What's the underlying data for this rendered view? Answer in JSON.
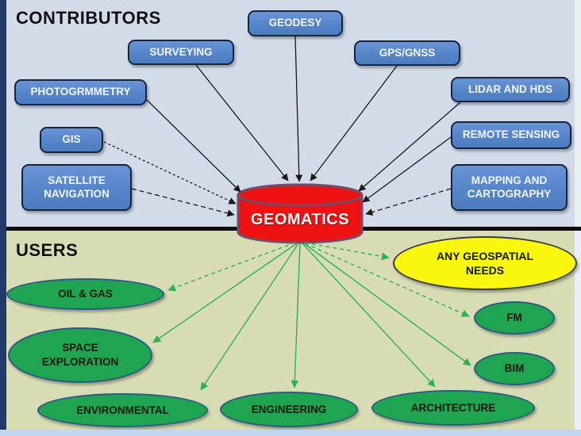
{
  "contributors": {
    "heading": "CONTRIBUTORS",
    "items": {
      "geodesy": {
        "label": "GEODESY"
      },
      "surveying": {
        "label": "SURVEYING"
      },
      "gps_gnss": {
        "label": "GPS/GNSS"
      },
      "photogrammetry": {
        "label": "PHOTOGRMMETRY"
      },
      "lidar_hds": {
        "label": "LIDAR AND HDS"
      },
      "gis": {
        "label": "GIS"
      },
      "remote_sensing": {
        "label": "REMOTE SENSING"
      },
      "satellite_navigation": {
        "label": "SATELLITE NAVIGATION"
      },
      "mapping_cartography": {
        "label": "MAPPING AND CARTOGRAPHY"
      }
    }
  },
  "center": {
    "label": "GEOMATICS"
  },
  "users": {
    "heading": "USERS",
    "items": {
      "any_geospatial_needs": {
        "label": "ANY GEOSPATIAL NEEDS"
      },
      "oil_gas": {
        "label": "OIL & GAS"
      },
      "fm": {
        "label": "FM"
      },
      "space_exploration": {
        "label": "SPACE EXPLORATION"
      },
      "bim": {
        "label": "BIM"
      },
      "environmental": {
        "label": "ENVIRONMENTAL"
      },
      "engineering": {
        "label": "ENGINEERING"
      },
      "architecture": {
        "label": "ARCHITECTURE"
      }
    }
  },
  "edges": {
    "into_geomatics": [
      {
        "from": "GEODESY",
        "style": "solid"
      },
      {
        "from": "SURVEYING",
        "style": "solid"
      },
      {
        "from": "GPS/GNSS",
        "style": "solid"
      },
      {
        "from": "PHOTOGRMMETRY",
        "style": "solid"
      },
      {
        "from": "LIDAR AND HDS",
        "style": "solid"
      },
      {
        "from": "GIS",
        "style": "dotted"
      },
      {
        "from": "REMOTE SENSING",
        "style": "solid"
      },
      {
        "from": "SATELLITE NAVIGATION",
        "style": "dashed"
      },
      {
        "from": "MAPPING AND CARTOGRAPHY",
        "style": "dashed"
      }
    ],
    "out_of_geomatics": [
      {
        "to": "OIL & GAS",
        "style": "dashed"
      },
      {
        "to": "ANY GEOSPATIAL NEEDS",
        "style": "dashed"
      },
      {
        "to": "FM",
        "style": "dashed"
      },
      {
        "to": "SPACE EXPLORATION",
        "style": "solid"
      },
      {
        "to": "ENVIRONMENTAL",
        "style": "solid"
      },
      {
        "to": "ENGINEERING",
        "style": "solid"
      },
      {
        "to": "BIM",
        "style": "solid"
      },
      {
        "to": "ARCHITECTURE",
        "style": "solid"
      }
    ]
  },
  "colors": {
    "contributors_bg": "#d3dbe9",
    "users_bg": "#d7dcb5",
    "contributor_box_fill": "#5585c9",
    "contributor_box_border": "#14253d",
    "user_ellipse_fill": "#1fa551",
    "user_ellipse_border": "#2d5a87",
    "any_needs_fill": "#f8f70d",
    "cylinder_fill": "#ee1212",
    "cylinder_border": "#6f4e6e",
    "top_arrow_color": "#1a1a1a",
    "bottom_arrow_color": "#2bb257",
    "divider_color": "#0c0c0c",
    "left_strip": "#1f3a68",
    "bottom_strip": "#c3d4ef"
  }
}
